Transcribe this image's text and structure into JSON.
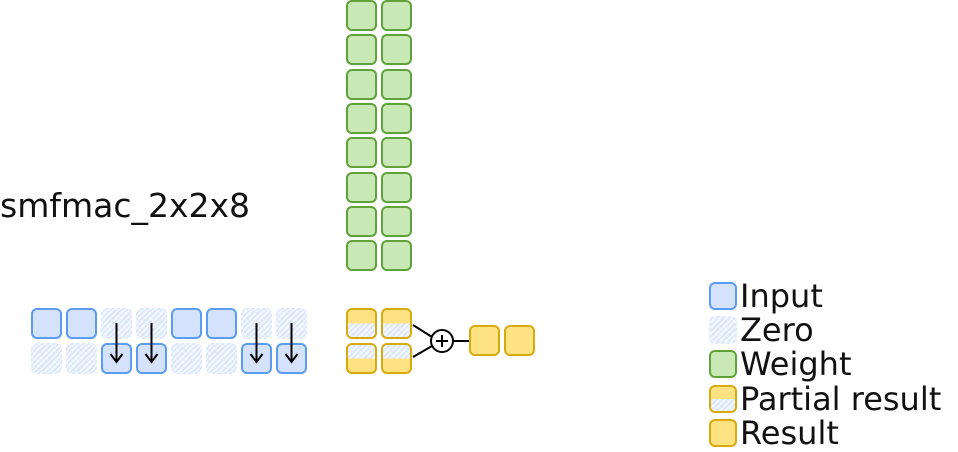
{
  "title": "smfmac_2x2x8",
  "input_rows": [
    [
      "input",
      "input",
      "zero",
      "zero",
      "input",
      "input",
      "zero",
      "zero"
    ],
    [
      "zero",
      "zero",
      "input",
      "input",
      "zero",
      "zero",
      "input",
      "input"
    ]
  ],
  "arrows_on_columns": [
    2,
    3,
    6,
    7
  ],
  "weight_grid": {
    "rows": 8,
    "cols": 2
  },
  "partial_results": [
    "partial-top",
    "partial-top",
    "partial-bot",
    "partial-bot"
  ],
  "results": 2,
  "operator": "+",
  "legend": [
    {
      "key": "input",
      "label": "Input"
    },
    {
      "key": "zero",
      "label": "Zero"
    },
    {
      "key": "weight",
      "label": "Weight"
    },
    {
      "key": "partial",
      "label": "Partial result"
    },
    {
      "key": "result",
      "label": "Result"
    }
  ],
  "colors": {
    "input_fill": "#d4e3fb",
    "input_border": "#5b9cf0",
    "weight_fill": "#c8e9b5",
    "weight_border": "#5fa23a",
    "result_fill": "#ffe282",
    "result_border": "#d8aa0e"
  }
}
